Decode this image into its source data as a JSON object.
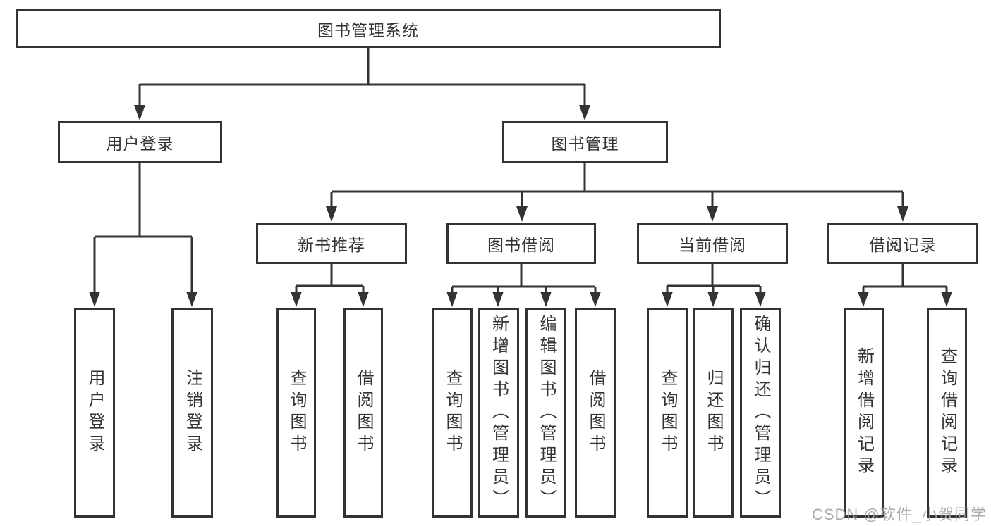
{
  "tree": {
    "label": "图书管理系统",
    "children": [
      {
        "label": "用户登录",
        "children": [
          {
            "label": "用户登录"
          },
          {
            "label": "注销登录"
          }
        ]
      },
      {
        "label": "图书管理",
        "children": [
          {
            "label": "新书推荐",
            "children": [
              {
                "label": "查询图书"
              },
              {
                "label": "借阅图书"
              }
            ]
          },
          {
            "label": "图书借阅",
            "children": [
              {
                "label": "查询图书"
              },
              {
                "label": "新增图书（管理员）"
              },
              {
                "label": "编辑图书（管理员）"
              },
              {
                "label": "借阅图书"
              }
            ]
          },
          {
            "label": "当前借阅",
            "children": [
              {
                "label": "查询图书"
              },
              {
                "label": "归还图书"
              },
              {
                "label": "确认归还（管理员）"
              }
            ]
          },
          {
            "label": "借阅记录",
            "children": [
              {
                "label": "新增借阅记录"
              },
              {
                "label": "查询借阅记录"
              }
            ]
          }
        ]
      }
    ]
  },
  "watermark": "CSDN @软件_小贺同学",
  "colors": {
    "line": "#333333",
    "box_border": "#333333",
    "text": "#333333",
    "background": "#ffffff",
    "watermark": "#a2a2a2"
  }
}
